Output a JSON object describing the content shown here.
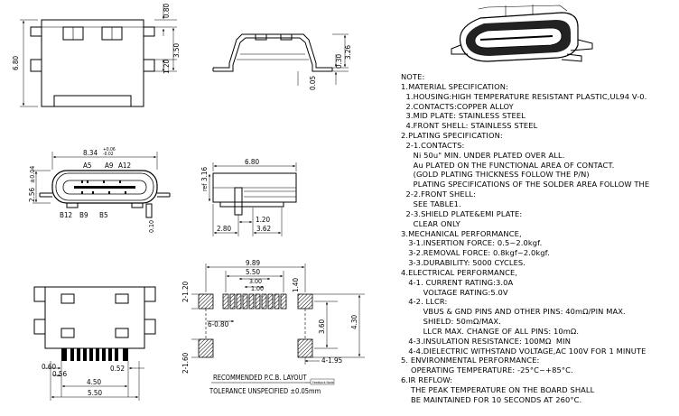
{
  "dims": {
    "top_w": "6.80",
    "top_a": "0.80",
    "top_b": "1.20",
    "top_c": "3.50",
    "side_a": "0.30",
    "side_b": "3.26",
    "side_c": "0.05",
    "front_w": "8.34",
    "front_tol_up": "+0.06",
    "front_tol_dn": "-0.02",
    "front_h": "2.56",
    "front_h_tol": "±0.04",
    "pins_top": [
      "A5",
      "A9",
      "A12"
    ],
    "pins_bottom": [
      "B12",
      "B9",
      "B5"
    ],
    "sv_w": "6.80",
    "sv_ref": "ref",
    "sv_ref_val": "3.16",
    "sv_a": "1.20",
    "sv_b": "2.80",
    "sv_c": "3.62",
    "sv_d": "0.10",
    "pcb_w": "9.89",
    "pcb_a": "5.50",
    "pcb_b": "3.00",
    "pcb_c": "1.00",
    "pcb_d": "1.40",
    "pcb_e": "2-1.20",
    "pcb_f": "6-0.80",
    "pcb_g": "3.60",
    "pcb_h": "4.30",
    "pcb_i": "2-1.60",
    "pcb_j": "4-1.95",
    "pcb_caption": "RECOMMENDED  P.C.B. LAYOUT",
    "pcb_tol": "TOLERANCE UNSPECIFIED ±0.05mm",
    "pcb_note": "Feedback Node",
    "bv_a": "0.60",
    "bv_b": "0.56",
    "bv_c": "0.52",
    "bv_d": "4.50",
    "bv_e": "5.50"
  },
  "notes": [
    "NOTE:",
    "1.MATERIAL SPECIFICATION:",
    "  1.HOUSING:HIGH TEMPERATURE RESISTANT PLASTIC,UL94 V-0.",
    "  2.CONTACTS:COPPER ALLOY",
    "  3.MID PLATE: STAINLESS STEEL",
    "  4.FRONT SHELL: STAINLESS STEEL",
    "2.PLATING SPECIFICATION:",
    "  2-1.CONTACTS:",
    "     Ni 50u\" MIN. UNDER PLATED OVER ALL.",
    "     Au PLATED ON THE FUNCTIONAL AREA OF CONTACT.",
    "     (GOLD PLATING THICKNESS FOLLOW THE P/N)",
    "     PLATING SPECIFICATIONS OF THE SOLDER AREA FOLLOW THE",
    "  2-2.FRONT SHELL:",
    "     SEE TABLE1.",
    "  2-3.SHIELD PLATE&EMI PLATE:",
    "     CLEAR ONLY",
    "3.MECHANICAL PERFORMANCE,",
    "   3-1.INSERTION FORCE: 0.5~2.0kgf.",
    "   3-2.REMOVAL FORCE: 0.8kgf~2.0kgf.",
    "   3-3.DURABILITY: 5000 CYCLES.",
    "4.ELECTRICAL PERFORMANCE,",
    "   4-1. CURRENT RATING:3.0A",
    "         VOLTAGE RATING:5.0V",
    "   4-2. LLCR:",
    "         VBUS & GND PINS AND OTHER PINS: 40mΩ/PIN MAX.",
    "         SHIELD: 50mΩ/MAX.",
    "         LLCR MAX. CHANGE OF ALL PINS: 10mΩ.",
    "   4-3.INSULATION RESISTANCE: 100MΩ  MIN",
    "   4-4.DIELECTRIC WITHSTAND VOLTAGE,AC 100V FOR 1 MINUTE",
    "5. ENVIRONMENTAL PERFORMANCE:",
    "    OPERATING TEMPERATURE: -25°C~+85°C.",
    "6.IR REFLOW:",
    "    THE PEAK TEMPERATURE ON THE BOARD SHALL",
    "    BE MAINTAINED FOR 10 SECONDS AT 260°C."
  ]
}
